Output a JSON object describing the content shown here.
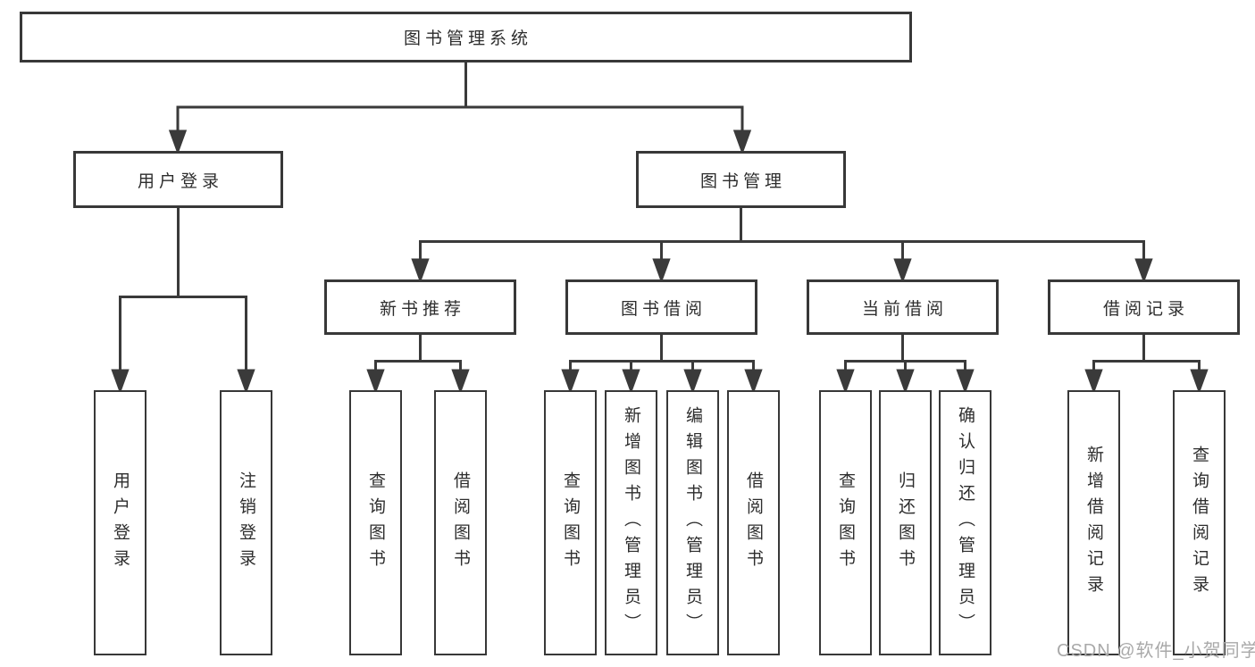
{
  "root": {
    "label": "图书管理系统"
  },
  "level1": [
    {
      "label": "用户登录"
    },
    {
      "label": "图书管理"
    }
  ],
  "level2": [
    {
      "label": "新书推荐",
      "parent": "图书管理"
    },
    {
      "label": "图书借阅",
      "parent": "图书管理"
    },
    {
      "label": "当前借阅",
      "parent": "图书管理"
    },
    {
      "label": "借阅记录",
      "parent": "图书管理"
    }
  ],
  "leaves": [
    {
      "label": "用户登录",
      "parent": "用户登录"
    },
    {
      "label": "注销登录",
      "parent": "用户登录"
    },
    {
      "label": "查询图书",
      "parent": "新书推荐"
    },
    {
      "label": "借阅图书",
      "parent": "新书推荐"
    },
    {
      "label": "查询图书",
      "parent": "图书借阅"
    },
    {
      "label": "新增图书（管理员）",
      "parent": "图书借阅"
    },
    {
      "label": "编辑图书（管理员）",
      "parent": "图书借阅"
    },
    {
      "label": "借阅图书",
      "parent": "图书借阅"
    },
    {
      "label": "查询图书",
      "parent": "当前借阅"
    },
    {
      "label": "归还图书",
      "parent": "当前借阅"
    },
    {
      "label": "确认归还（管理员）",
      "parent": "当前借阅"
    },
    {
      "label": "新增借阅记录",
      "parent": "借阅记录"
    },
    {
      "label": "查询借阅记录",
      "parent": "借阅记录"
    }
  ],
  "watermark": "CSDN @软件_小贺同学",
  "colors": {
    "line": "#3a3a3a",
    "border": "#383838",
    "text": "#2d2d2d",
    "watermark": "#a9a9a9",
    "background": "#ffffff"
  }
}
